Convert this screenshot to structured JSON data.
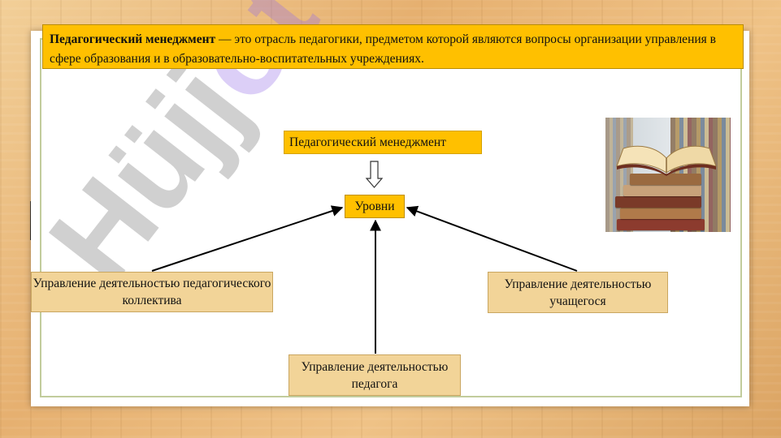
{
  "definition": {
    "term": "Педагогический менеджмент",
    "text": " — это отрасль педагогики, предметом которой являются вопросы организации управления в сфере образования и в образовательно-воспитательных учреждениях."
  },
  "diagram": {
    "title": "Педагогический менеджмент",
    "levels": "Уровни",
    "items": [
      "Управление деятельностью педагогического коллектива",
      "Управление деятельностью учащегося",
      "Управление деятельностью педагога"
    ]
  },
  "watermark": {
    "part1": "Hüjj",
    "part2": "ot 24"
  },
  "colors": {
    "highlight": "#ffc000",
    "box_fill": "#f2d498",
    "arrow": "#000000"
  },
  "icons": {
    "hollow_arrow": "hollow-down-arrow-icon",
    "picture": "books-stack-image"
  }
}
